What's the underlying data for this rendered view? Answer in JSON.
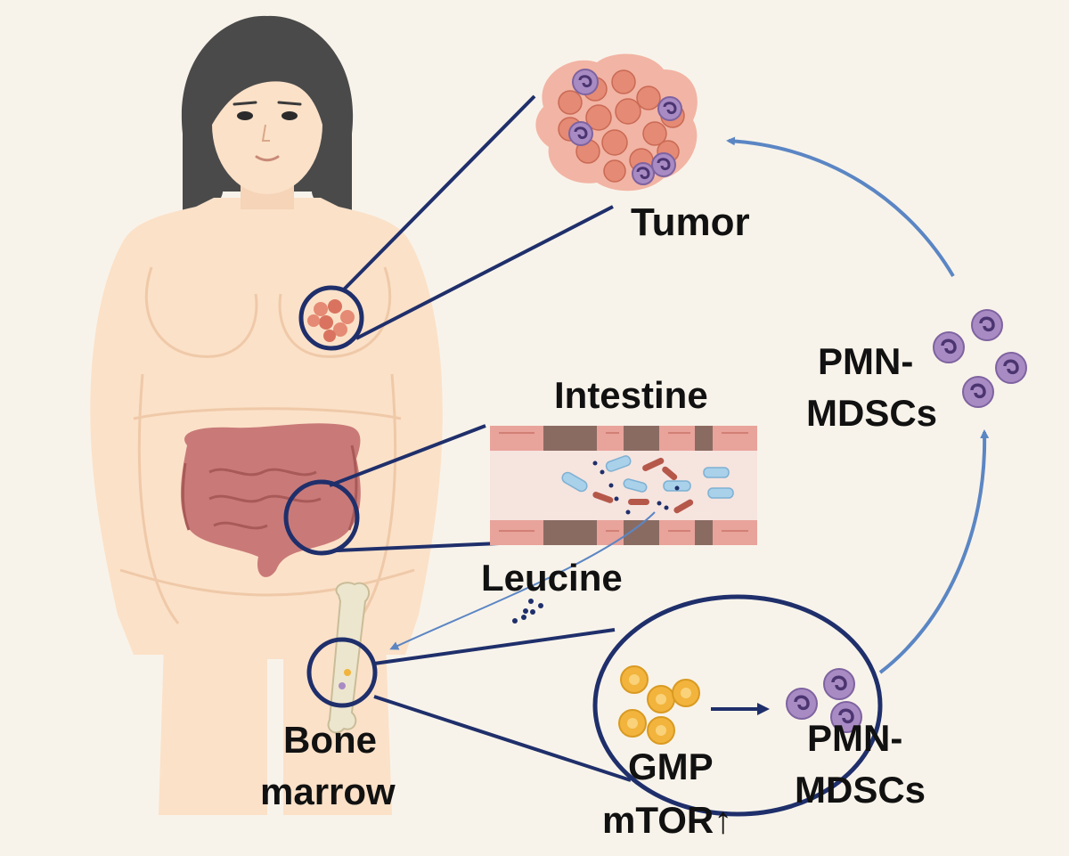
{
  "labels": {
    "tumor": "Tumor",
    "intestine": "Intestine",
    "leucine": "Leucine",
    "bone_marrow_line1": "Bone",
    "bone_marrow_line2": "marrow",
    "pmn_upper_line1": "PMN-",
    "pmn_upper_line2": "MDSCs",
    "pmn_lower_line1": "PMN-",
    "pmn_lower_line2": "MDSCs",
    "gmp": "GMP",
    "mtor": "mTOR↑"
  },
  "colors": {
    "background": "#f8f3ea",
    "skin": "#fbe1c8",
    "hair": "#4a4a4a",
    "connector": "#1f2f6b",
    "flow_arrow": "#5b86c4",
    "tumor_cell": "#e58a74",
    "mdsc_cell": "#a98bc4",
    "gmp_cell": "#f2b43c",
    "intestine_organ": "#c97a78",
    "gut_wall": "#e8a39a"
  },
  "icons": {
    "woman": "woman-body-illustration",
    "tumor": "tumor-cluster-icon",
    "intestine": "intestine-organ-icon",
    "gut_lumen": "gut-lumen-bacteria-icon",
    "bone": "femur-bone-icon",
    "pmn_mdsc": "pmn-mdsc-cell-icon",
    "gmp": "gmp-cell-icon"
  }
}
